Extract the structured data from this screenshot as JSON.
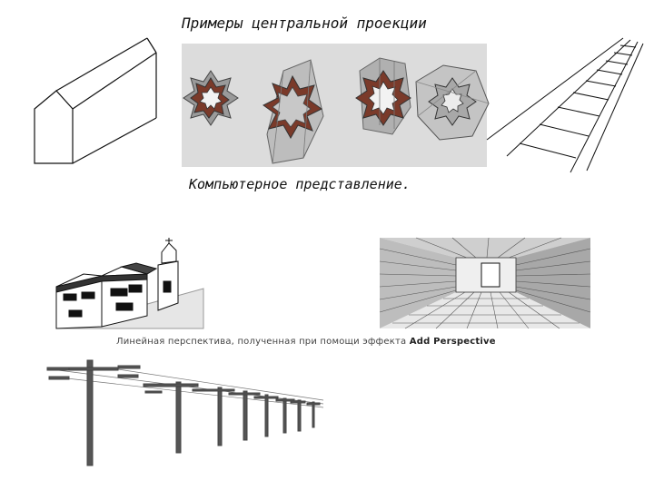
{
  "slide": {
    "title": "Примеры центральной проекции",
    "subtitle": "Компьютерное представление.",
    "caption": {
      "text": "Линейная перспектива, полученная при помощи эффекта",
      "effect_name": "Add Perspective"
    }
  },
  "colors": {
    "ink": "#111111",
    "gray_panel": "#dcdcdc",
    "star_dark": "#7a3a2a",
    "star_light": "#c8c8c8"
  }
}
